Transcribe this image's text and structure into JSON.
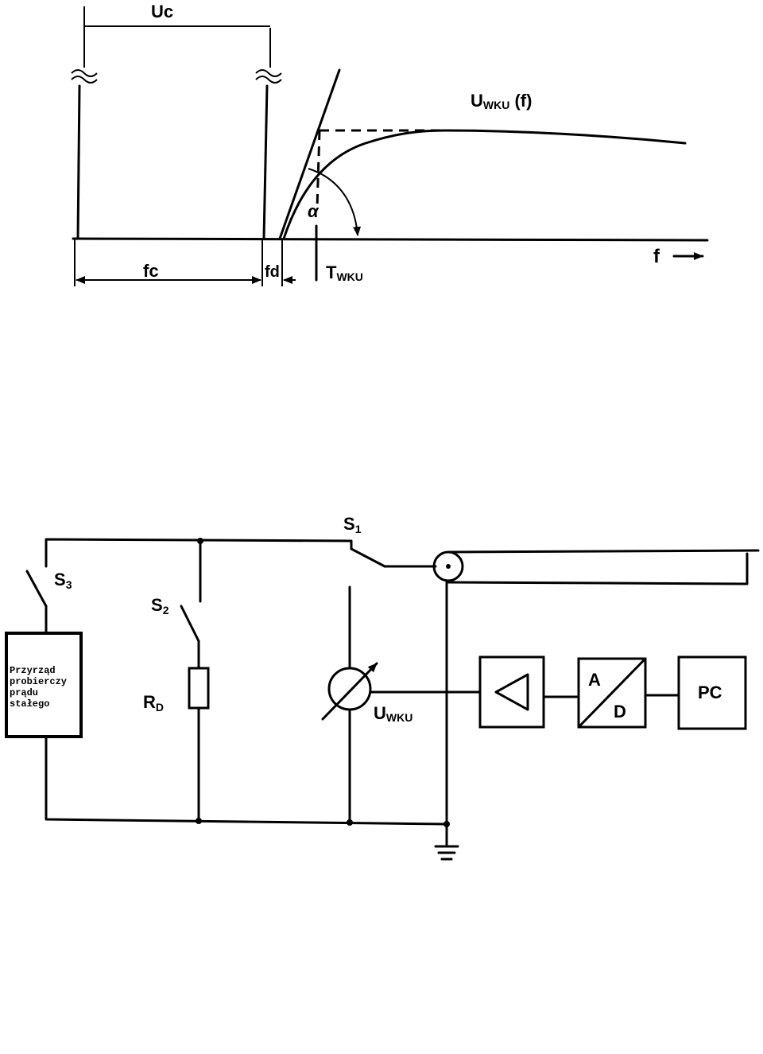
{
  "top_diagram": {
    "uc_label": "Uc",
    "uwku_f_main": "U",
    "uwku_f_sub": "WKU",
    "uwku_f_suffix": " (f)",
    "fc_label": "fc",
    "fd_label": "fd",
    "twku_main": "T",
    "twku_sub": "WKU",
    "f_axis_label": "f",
    "alpha_symbol": "α"
  },
  "circuit": {
    "s1_main": "S",
    "s1_sub": "1",
    "s2_main": "S",
    "s2_sub": "2",
    "s3_main": "S",
    "s3_sub": "3",
    "rd_main": "R",
    "rd_sub": "D",
    "tester_lines": [
      "Przyrząd",
      "probierczy",
      "prądu",
      "stałego"
    ],
    "uwku_main": "U",
    "uwku_sub": "WKU",
    "adc_a": "A",
    "adc_d": "D",
    "pc_label": "PC"
  }
}
